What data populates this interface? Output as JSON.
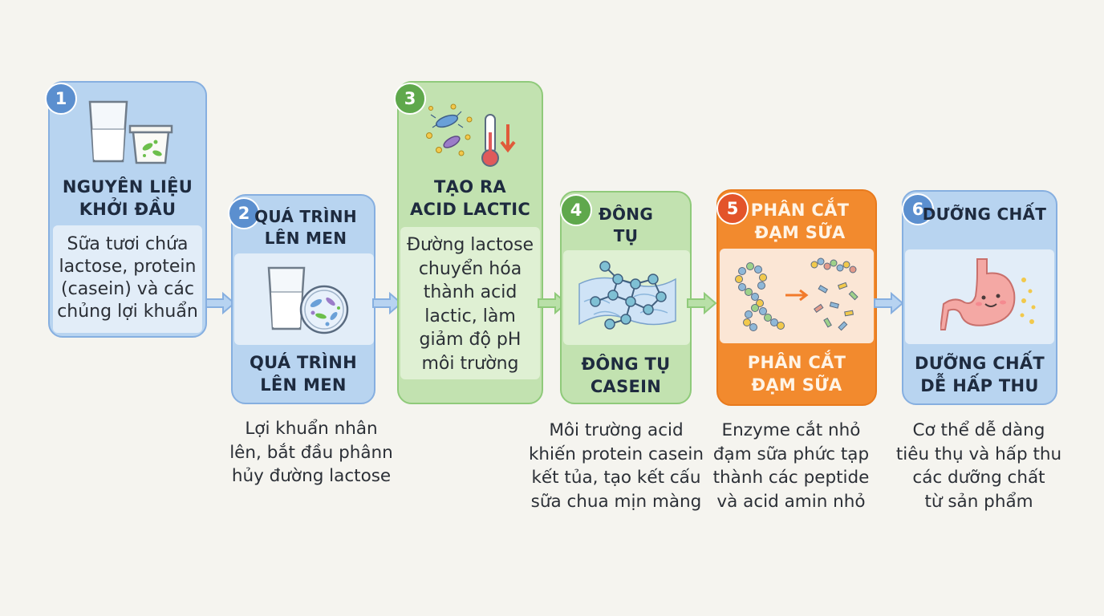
{
  "steps": [
    {
      "number": "1",
      "title": "NGUYÊN LIỆU\nKHỞI ĐẦU",
      "body": "Sữa tươi chứa\nlactose, protein\n(casein) và các\nchủng lợi khuẩn"
    },
    {
      "number": "2",
      "title": "QUÁ TRÌNH\nLÊN MEN",
      "subtitle": "QUÁ TRÌNH\nLÊN MEN",
      "caption": "Lợi khuẩn nhân\nlên, bắt đầu phânn\nhủy đường lactose"
    },
    {
      "number": "3",
      "title": "TẠO RA\nACID LACTIC",
      "body": "Đường lactose\nchuyển hóa\nthành acid\nlactic, làm\ngiảm độ pH\nmôi trường"
    },
    {
      "number": "4",
      "title": "ĐÔNG\nTỤ",
      "subtitle": "ĐÔNG TỤ\nCASEIN",
      "caption": "Môi trường acid\nkhiến protein casein\nkết tủa, tạo kết cấu\nsữa chua mịn màng"
    },
    {
      "number": "5",
      "title": "PHÂN CẮT\nĐẠM SỮA",
      "subtitle": "PHÂN CẮT\nĐẠM SỮA",
      "caption": "Enzyme cắt nhỏ\nđạm sữa phức tạp\nthành các peptide\nvà acid amin nhỏ"
    },
    {
      "number": "6",
      "title": "DƯỠNG CHẤT",
      "subtitle": "DƯỠNG CHẤT\nDỄ HẤP THU",
      "caption": "Cơ thể dễ dàng\ntiêu thụ và hấp thu\ncác dưỡng chất\ntừ sản phẩm"
    }
  ],
  "colors": {
    "blue": "#b8d4f0",
    "green": "#c2e2b0",
    "orange": "#f28a2e",
    "arrow_blue": "#9cc2ea",
    "arrow_green": "#9ed18a"
  },
  "icons": [
    "milk-glass-icon",
    "yogurt-cup-icon",
    "bacteria-dish-icon",
    "bacteria-icon",
    "thermometer-icon",
    "casein-network-icon",
    "peptide-chain-icon",
    "stomach-icon"
  ]
}
